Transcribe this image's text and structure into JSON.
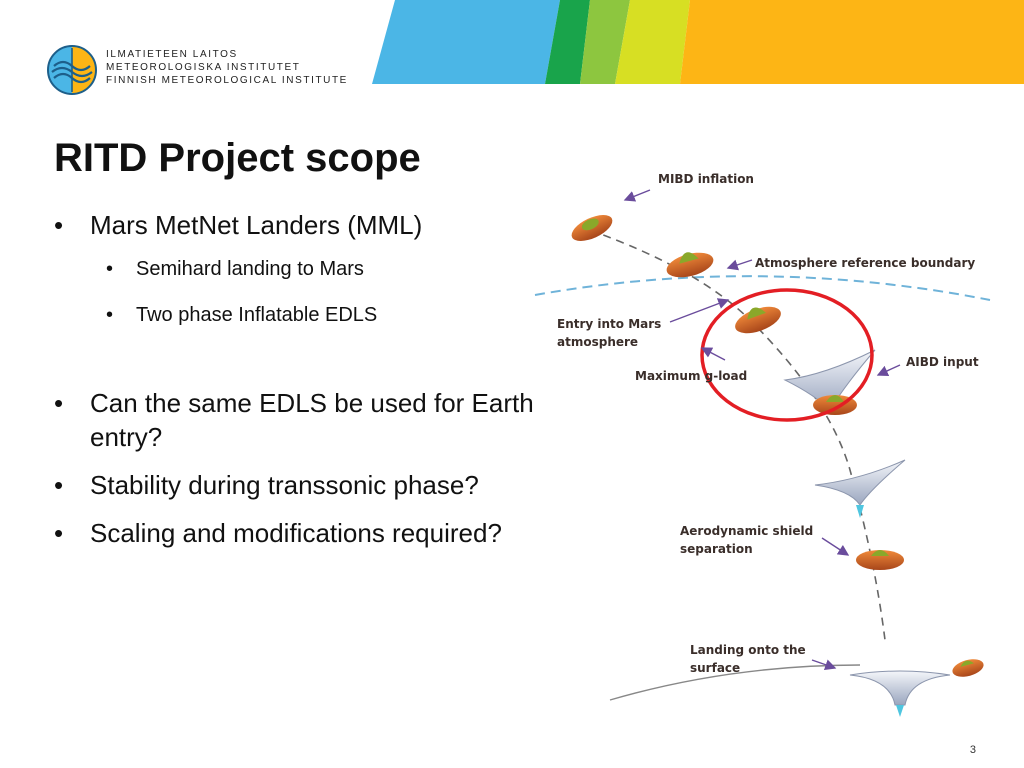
{
  "header": {
    "org_lines": [
      "ILMATIETEEN LAITOS",
      "METEOROLOGISKA INSTITUTET",
      "FINNISH METEOROLOGICAL INSTITUTE"
    ],
    "banner_colors": [
      "#4bb6e6",
      "#19a44b",
      "#8dc63f",
      "#d7df23",
      "#fdb515"
    ]
  },
  "slide": {
    "title": "RITD Project scope",
    "bullets": [
      {
        "level": 1,
        "text": "Mars MetNet Landers (MML)"
      },
      {
        "level": 2,
        "text": "Semihard landing to Mars"
      },
      {
        "level": 2,
        "text": "Two phase Inflatable EDLS"
      },
      {
        "level": 1,
        "text": "Can the same EDLS be used for Earth entry?"
      },
      {
        "level": 1,
        "text": "Stability during transsonic phase?"
      },
      {
        "level": 1,
        "text": "Scaling and modifications required?"
      }
    ],
    "bullet_l1_symbol": "•",
    "bullet_l2_symbol": "•",
    "page_number": "3"
  },
  "diagram": {
    "labels": {
      "mibd": "MIBD inflation",
      "boundary": "Atmosphere reference boundary",
      "entry1": "Entry into Mars",
      "entry2": "atmosphere",
      "maxg": "Maximum g-load",
      "aibd": "AIBD input",
      "shield1": "Aerodynamic shield",
      "shield2": "separation",
      "landing1": "Landing onto the",
      "landing2": "surface"
    },
    "highlight_color": "#e31e24"
  }
}
